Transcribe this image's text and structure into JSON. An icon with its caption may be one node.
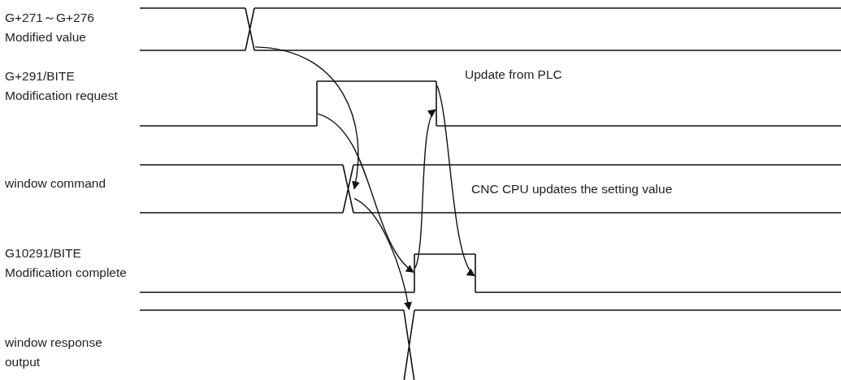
{
  "diagram": {
    "nodes": [
      {
        "text": [],
        "shape": "cross"
      },
      {
        "text": [],
        "shape": "line"
      },
      {
        "text": [],
        "shape": "line"
      },
      {
        "text": [],
        "shape": "cross"
      },
      {
        "text": [],
        "shape": "line"
      },
      {
        "text": [],
        "shape": "line"
      },
      {
        "text": [],
        "shape": "cross"
      }
    ],
    "edges": [
      {
        "from": 0,
        "to": 3,
        "arrow": "to"
      },
      {
        "from": 1,
        "to": 4,
        "arrow": "to"
      },
      {
        "from": 3,
        "to": 6,
        "arrow": "to"
      },
      {
        "from": 4,
        "to": 2,
        "arrow": "to"
      },
      {
        "from": 2,
        "to": 5,
        "arrow": "to"
      }
    ],
    "labels": [
      "G+271～G+276 Modified value",
      "Update from PLC",
      "G+291/BITE Modification request",
      "window command",
      "CNC CPU updates the setting value",
      "G10291/BITE Modification complete",
      "window response output"
    ]
  }
}
